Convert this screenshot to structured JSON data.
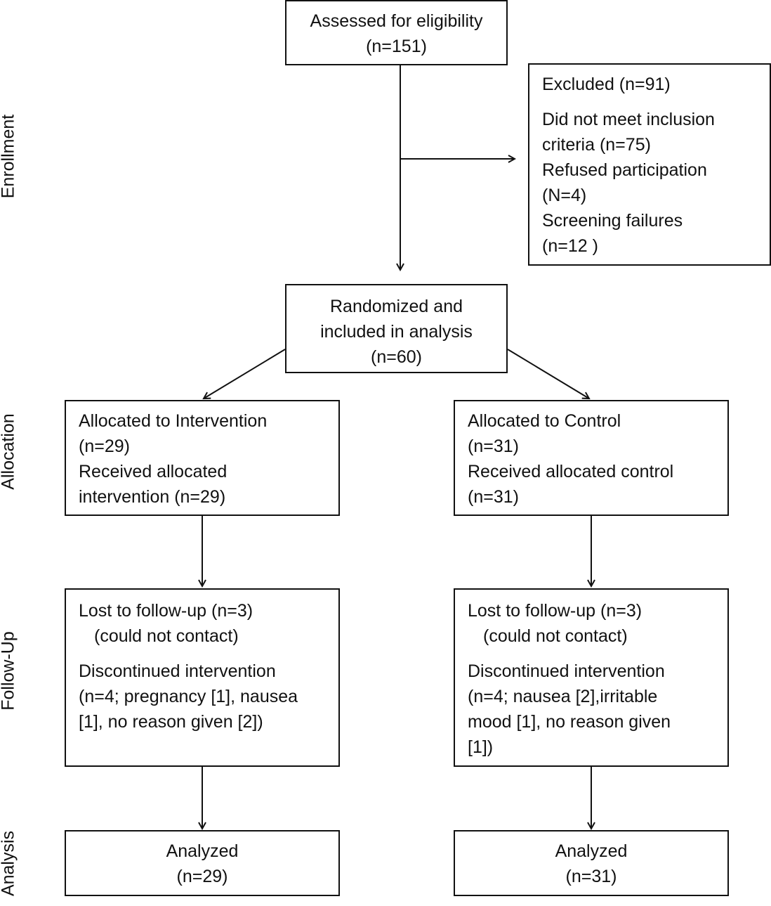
{
  "stages": {
    "enrollment": "Enrollment",
    "allocation": "Allocation",
    "follow_up": "Follow-Up",
    "analysis": "Analysis"
  },
  "assessed": {
    "line1": "Assessed for eligibility",
    "line2": "(n=151)"
  },
  "excluded": {
    "title": "Excluded (n=91)",
    "l1": "Did not meet inclusion",
    "l2": "criteria (n=75)",
    "l3": "Refused participation",
    "l4": "(N=4)",
    "l5": "Screening failures",
    "l6": "(n=12 )"
  },
  "randomized": {
    "line1": "Randomized and",
    "line2": "included in analysis",
    "line3": "(n=60)"
  },
  "intervention": {
    "alloc": {
      "l1": "Allocated to Intervention",
      "l2": "(n=29)",
      "l3": "Received allocated",
      "l4": "intervention (n=29)"
    },
    "follow": {
      "l1": "Lost to follow-up (n=3)",
      "l2": "(could not contact)",
      "l3": "Discontinued intervention",
      "l4": "(n=4; pregnancy [1], nausea",
      "l5": "[1], no reason given [2])"
    },
    "analysis": {
      "l1": "Analyzed",
      "l2": "(n=29)"
    }
  },
  "control": {
    "alloc": {
      "l1": "Allocated to Control",
      "l2": "(n=31)",
      "l3": "Received allocated control",
      "l4": "(n=31)"
    },
    "follow": {
      "l1": "Lost to follow-up (n=3)",
      "l2": "(could not contact)",
      "l3": "Discontinued intervention",
      "l4": "(n=4; nausea [2],irritable",
      "l5": "mood [1], no reason given",
      "l6": "[1])"
    },
    "analysis": {
      "l1": "Analyzed",
      "l2": "(n=31)"
    }
  }
}
